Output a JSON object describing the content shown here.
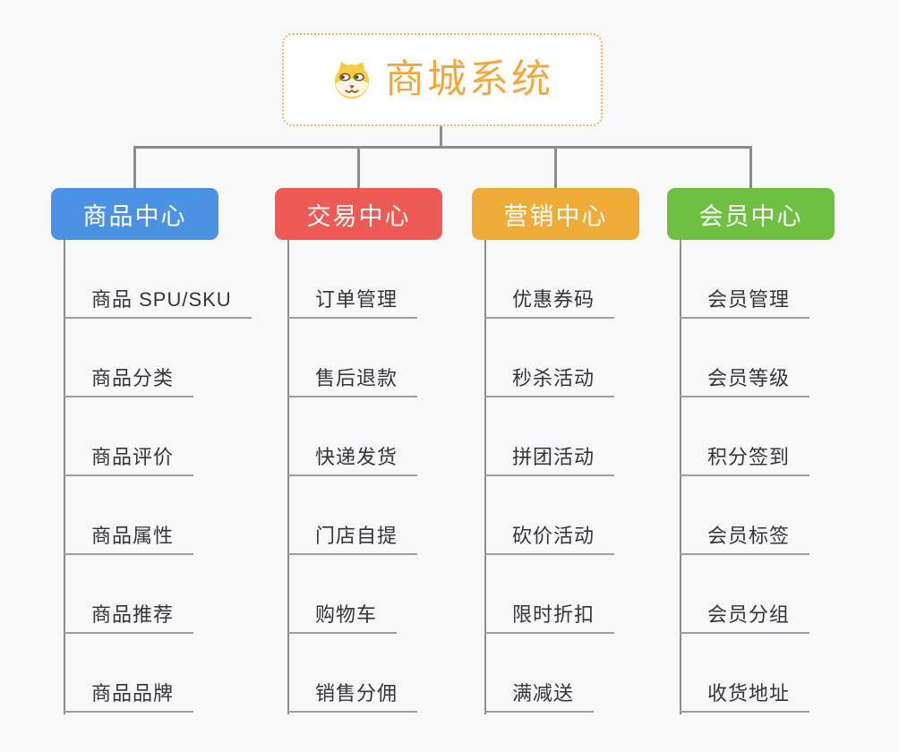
{
  "page": {
    "background_color": "#f8f8f8",
    "connector_color": "#8c8c8c",
    "leaf_text_color": "#32353c",
    "leaf_underline_color": "#9aa0a6"
  },
  "root": {
    "label": "商城系统",
    "icon": "dog-face-icon",
    "text_color": "#f2a83c",
    "border_color": "#efb35a",
    "background_color": "#ffffff"
  },
  "branches": [
    {
      "label": "商品中心",
      "color": "#4b92e5",
      "children": [
        "商品 SPU/SKU",
        "商品分类",
        "商品评价",
        "商品属性",
        "商品推荐",
        "商品品牌"
      ]
    },
    {
      "label": "交易中心",
      "color": "#ee5b55",
      "children": [
        "订单管理",
        "售后退款",
        "快递发货",
        "门店自提",
        "购物车",
        "销售分佣"
      ]
    },
    {
      "label": "营销中心",
      "color": "#efac38",
      "children": [
        "优惠券码",
        "秒杀活动",
        "拼团活动",
        "砍价活动",
        "限时折扣",
        "满减送"
      ]
    },
    {
      "label": "会员中心",
      "color": "#6fc042",
      "children": [
        "会员管理",
        "会员等级",
        "积分签到",
        "会员标签",
        "会员分组",
        "收货地址"
      ]
    }
  ]
}
